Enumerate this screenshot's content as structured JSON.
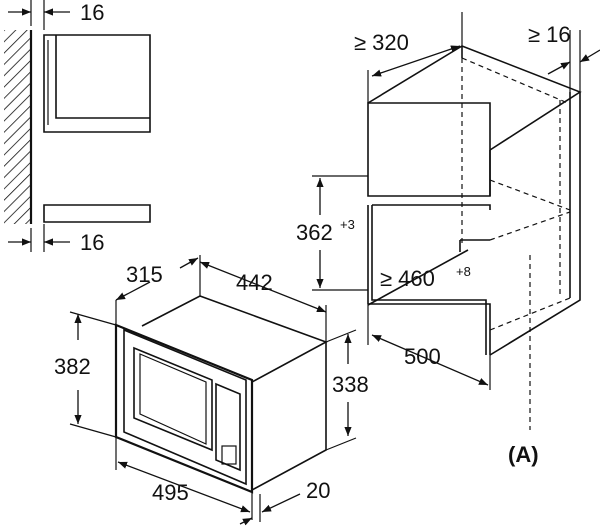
{
  "labels": {
    "gap_top": "16",
    "gap_bottom": "16",
    "depth_min": "≥ 320",
    "side_min": "≥ 16",
    "height_opening": "362",
    "height_opening_tol": "+3",
    "width_opening": "≥ 460",
    "width_opening_tol": "+8",
    "cabinet_depth": "500",
    "mw_depth": "315",
    "mw_width": "442",
    "mw_frame_height": "382",
    "mw_height": "338",
    "mw_frame_width": "495",
    "mw_frame_depth": "20",
    "callout": "(A)"
  }
}
